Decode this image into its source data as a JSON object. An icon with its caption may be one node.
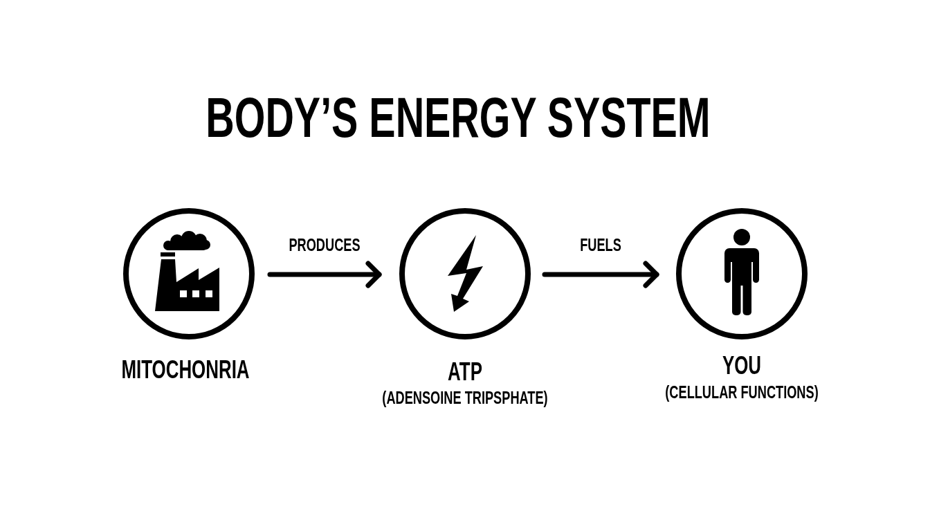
{
  "diagram": {
    "title": "BODY’S ENERGY SYSTEM",
    "nodes": [
      {
        "text": [
          "MITOCHONRIA"
        ]
      },
      {
        "text": [
          "ATP",
          "(ADENSOINE TRIPSPHATE)"
        ]
      },
      {
        "text": [
          "YOU",
          "(CELLULAR FUNCTIONS)"
        ]
      }
    ],
    "edges": [
      {
        "from": 0,
        "to": 1,
        "arrow": "to",
        "label": "PRODUCES"
      },
      {
        "from": 1,
        "to": 2,
        "arrow": "to",
        "label": "FUELS"
      }
    ]
  }
}
